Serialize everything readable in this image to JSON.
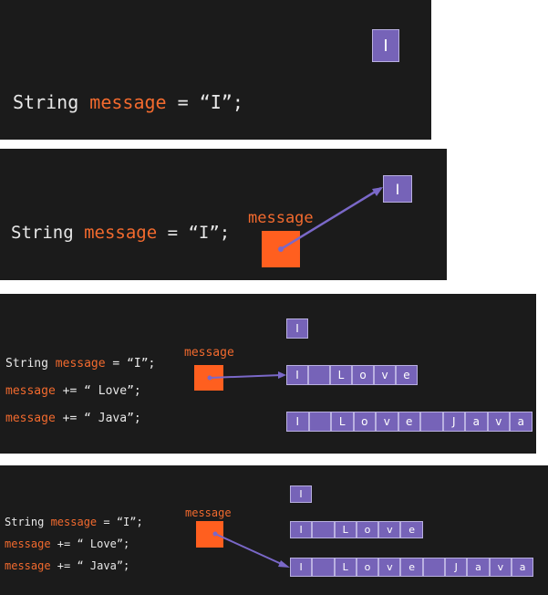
{
  "colors": {
    "background": "#1b1b1b",
    "variable": "#f26a2e",
    "reference_box": "#ff5f1f",
    "cell": "#7663b8",
    "arrow": "#7a68c8"
  },
  "code": {
    "line1": {
      "type": "String ",
      "var": "message",
      "rest": " = “I”;"
    },
    "line2": {
      "var": "message",
      "rest": " += “ Love”;"
    },
    "line3": {
      "var": "message",
      "rest": " += “ Java”;"
    }
  },
  "ref_label": "message",
  "strings": {
    "s1": [
      "I"
    ],
    "s2": [
      "I",
      " ",
      "L",
      "o",
      "v",
      "e"
    ],
    "s3": [
      "I",
      " ",
      "L",
      "o",
      "v",
      "e",
      " ",
      "J",
      "a",
      "v",
      "a"
    ]
  }
}
